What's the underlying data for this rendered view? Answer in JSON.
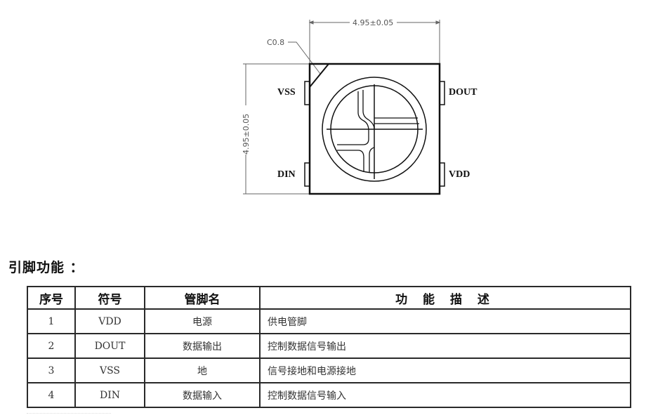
{
  "diagram": {
    "width_dimension": "4.95±0.05",
    "height_dimension": "4.95±0.05",
    "chamfer": "C0.8",
    "pins": {
      "top_left": "VSS",
      "bottom_left": "DIN",
      "top_right": "DOUT",
      "bottom_right": "VDD"
    }
  },
  "section_title": "引脚功能 ：",
  "table": {
    "headers": [
      "序号",
      "符号",
      "管脚名",
      "功 能 描 述"
    ],
    "rows": [
      {
        "no": "1",
        "symbol": "VDD",
        "name": "电源",
        "description": "供电管脚"
      },
      {
        "no": "2",
        "symbol": "DOUT",
        "name": "数据输出",
        "description": "控制数据信号输出"
      },
      {
        "no": "3",
        "symbol": "VSS",
        "name": "地",
        "description": "信号接地和电源接地"
      },
      {
        "no": "4",
        "symbol": "DIN",
        "name": "数据输入",
        "description": "控制数据信号输入"
      }
    ]
  }
}
